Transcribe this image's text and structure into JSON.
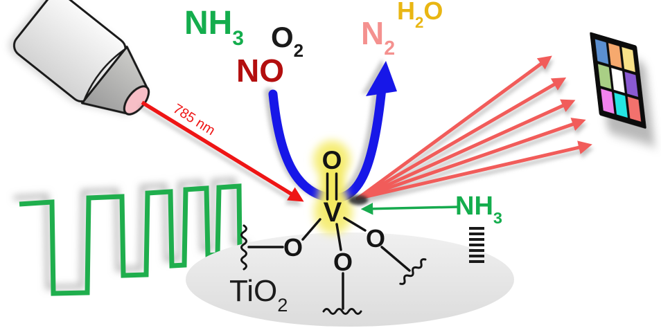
{
  "labels": {
    "reactant_nh3": {
      "text": "NH",
      "sub": "3"
    },
    "reactant_o2": {
      "text": "O",
      "sub": "2"
    },
    "reactant_no": {
      "text": "NO"
    },
    "product_n2": {
      "text": "N",
      "sub": "2"
    },
    "product_h2o": {
      "part1": "H",
      "sub": "2",
      "part2": "O"
    },
    "adsorbed_nh3": {
      "text": "NH",
      "sub": "3"
    },
    "support_tio2": {
      "text": "TiO",
      "sub": "2"
    },
    "laser_wavelength": "785 nm"
  },
  "atoms": {
    "vanadium": "V",
    "vanadyl_oxygen": "O",
    "oxygen_left": "O",
    "oxygen_middle": "O",
    "oxygen_right": "O"
  },
  "detector": {
    "tiles": [
      "#5b8fd0",
      "#f6a96e",
      "#f8e189",
      "#a9cf85",
      "#ffffff",
      "#8a5ad2",
      "#f283ee",
      "#25e5e3",
      "#f2716d"
    ]
  },
  "colors": {
    "nh3_green": "#14ad4d",
    "o2_black": "#1a1a1a",
    "no_dark_red": "#b30e0e",
    "n2_salmon": "#f4918f",
    "h2o_gold": "#e9b613",
    "laser_red": "#ee1515",
    "scattered_light_salmon": "#f15c5a",
    "reaction_arrow_blue": "#1717e8",
    "modulation_wave_green": "#1fae4d",
    "site_highlight_yellow": "#f6ee7e",
    "support_gray": "#e8e8e8"
  }
}
